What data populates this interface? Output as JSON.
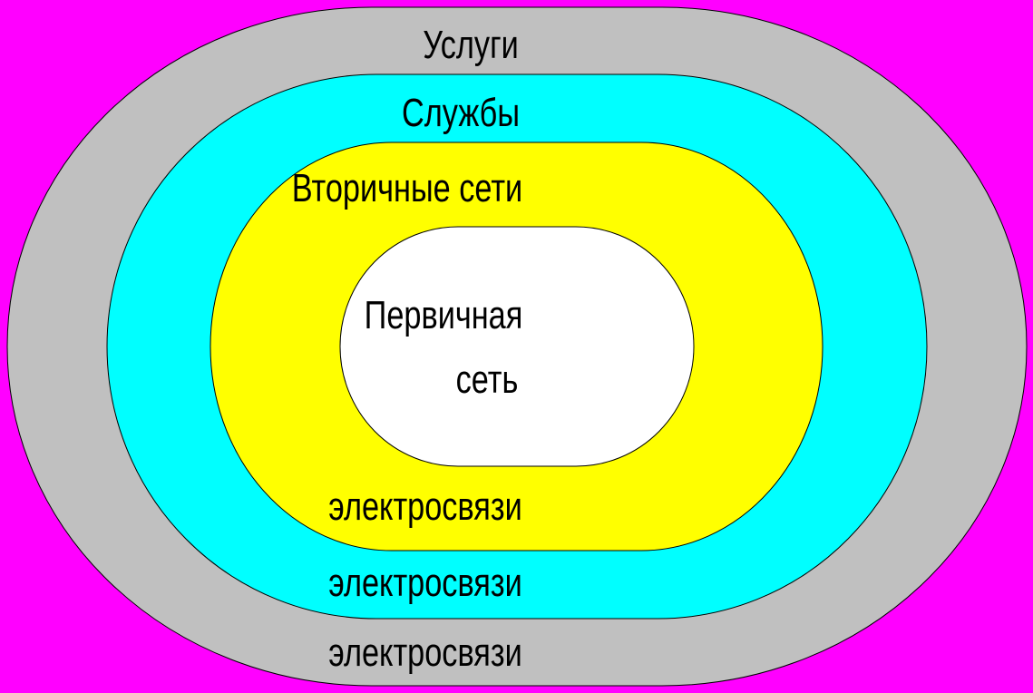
{
  "colors": {
    "background": "#ff00ff",
    "services_ring": "#c0c0c0",
    "services_network_ring": "#00ffff",
    "secondary_ring": "#ffff00",
    "primary_core": "#ffffff",
    "outline": "#000000"
  },
  "layers": {
    "services": {
      "label_top": "Услуги",
      "label_bottom": "электросвязи"
    },
    "services_network": {
      "label_top": "Службы",
      "label_bottom": "электросвязи"
    },
    "secondary": {
      "label_top": "Вторичные сети",
      "label_bottom": "электросвязи"
    },
    "primary": {
      "label_line1": "Первичная",
      "label_line2": "сеть"
    }
  }
}
